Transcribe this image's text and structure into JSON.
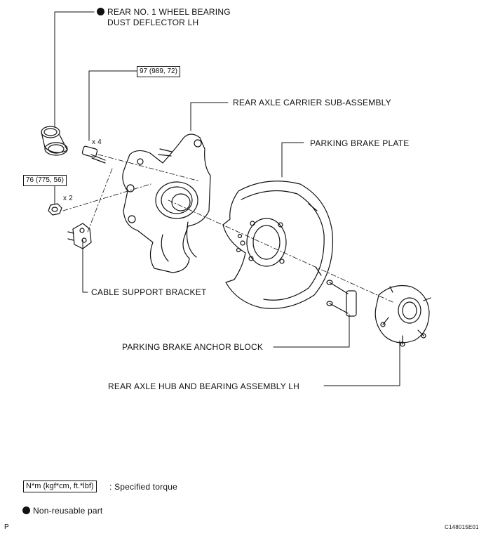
{
  "labels": {
    "dust_deflector_line1": "REAR NO. 1 WHEEL BEARING",
    "dust_deflector_line2": "DUST DEFLECTOR LH",
    "carrier": "REAR AXLE CARRIER SUB-ASSEMBLY",
    "parking_plate": "PARKING BRAKE PLATE",
    "cable_bracket": "CABLE SUPPORT BRACKET",
    "anchor_block": "PARKING BRAKE ANCHOR BLOCK",
    "hub_assembly": "REAR AXLE HUB AND BEARING ASSEMBLY LH"
  },
  "torque": {
    "bolt_spec": "97 (989, 72)",
    "bolt_qty": "x 4",
    "nut_spec": "76 (775, 56)",
    "nut_qty": "x 2"
  },
  "legend": {
    "torque_unit": "N*m (kgf*cm, ft.*lbf)",
    "torque_desc": ": Specified torque",
    "nonreusable": "Non-reusable part"
  },
  "footer": {
    "left_mark": "P",
    "figure_code": "C148015E01"
  },
  "icons": {
    "nonreusable_marker": "filled-circle-icon"
  }
}
